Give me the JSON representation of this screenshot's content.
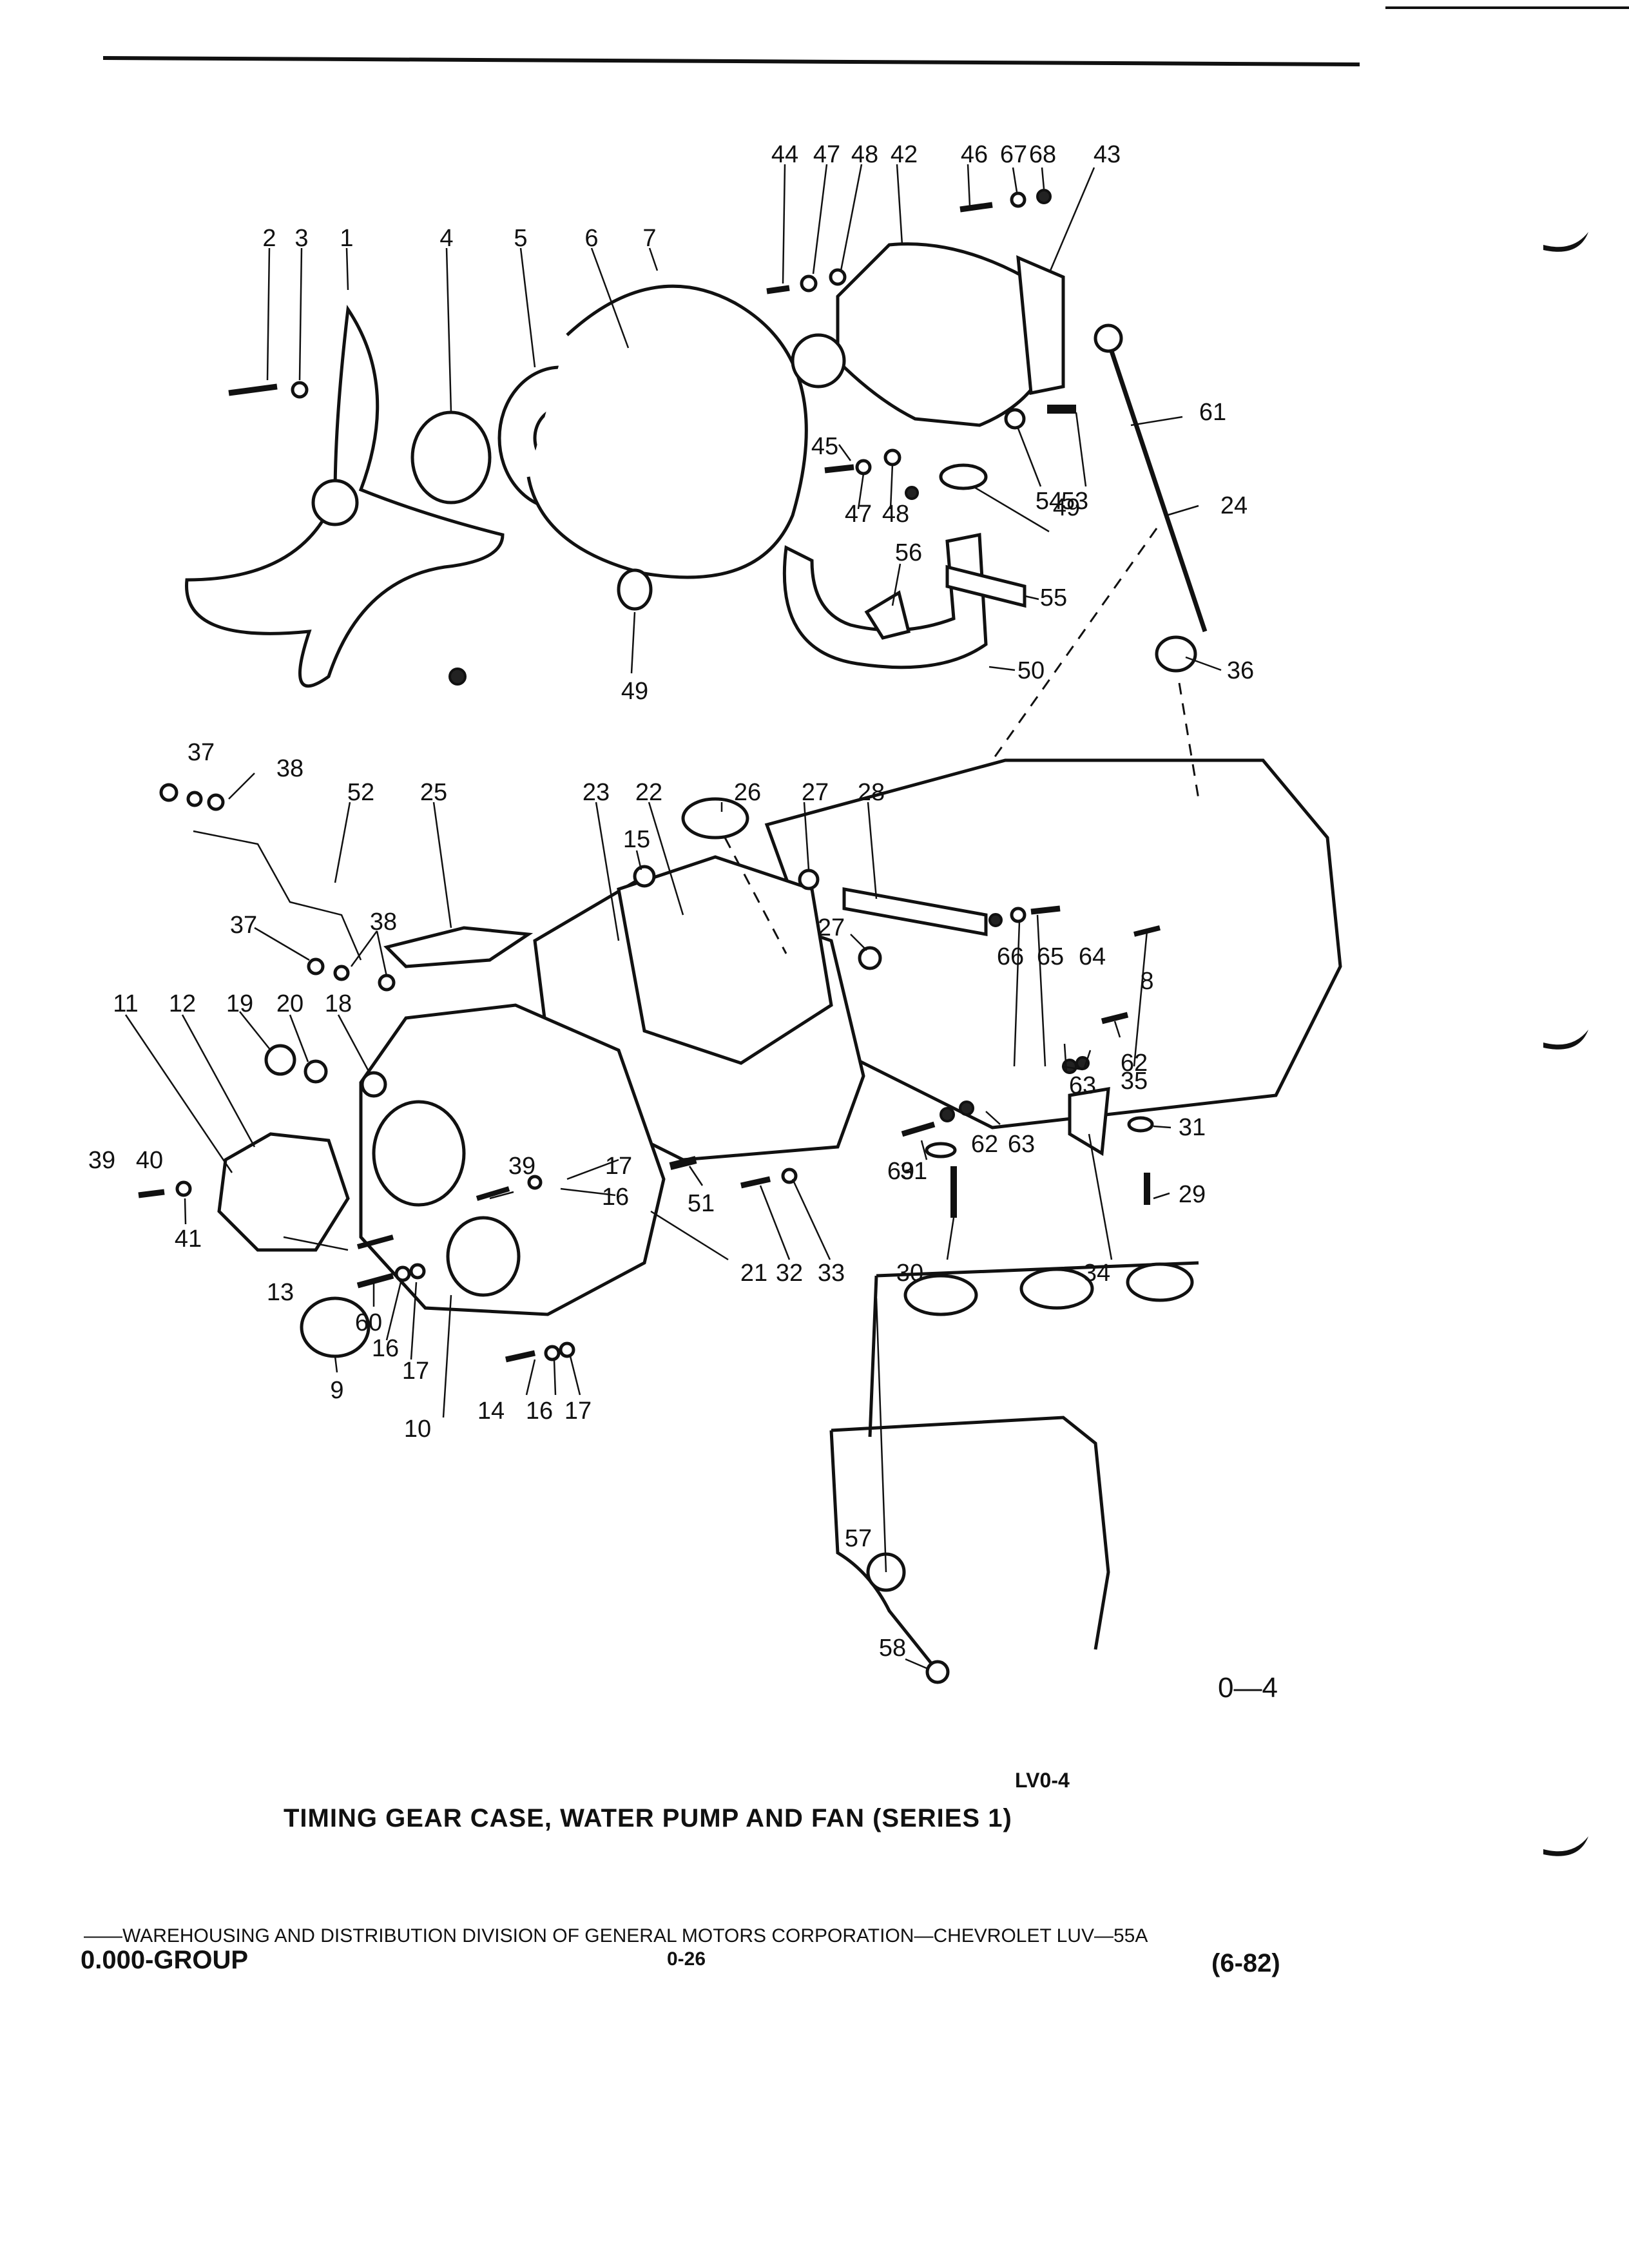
{
  "callouts": [
    "1",
    "2",
    "3",
    "4",
    "5",
    "6",
    "7",
    "8",
    "9",
    "10",
    "11",
    "12",
    "13",
    "14",
    "15",
    "16",
    "16",
    "16",
    "17",
    "17",
    "17",
    "18",
    "19",
    "20",
    "21",
    "22",
    "23",
    "24",
    "25",
    "26",
    "27",
    "27",
    "28",
    "29",
    "30",
    "31",
    "31",
    "32",
    "33",
    "34",
    "35",
    "36",
    "37",
    "37",
    "38",
    "38",
    "39",
    "39",
    "40",
    "41",
    "42",
    "43",
    "44",
    "45",
    "46",
    "47",
    "47",
    "48",
    "48",
    "49",
    "49",
    "50",
    "51",
    "52",
    "53",
    "54",
    "55",
    "56",
    "57",
    "58",
    "60",
    "61",
    "62",
    "62",
    "63",
    "63",
    "64",
    "65",
    "66",
    "67",
    "68",
    "69"
  ],
  "figure_code": "0—4",
  "plate_code": "LV0-4",
  "caption": "TIMING GEAR CASE, WATER PUMP AND FAN (SERIES 1)",
  "publisher_line": "——WAREHOUSING AND DISTRIBUTION DIVISION OF GENERAL MOTORS CORPORATION—CHEVROLET LUV—55A",
  "group": "0.000-GROUP",
  "page_number": "0-26",
  "revision_date": "(6-82)"
}
